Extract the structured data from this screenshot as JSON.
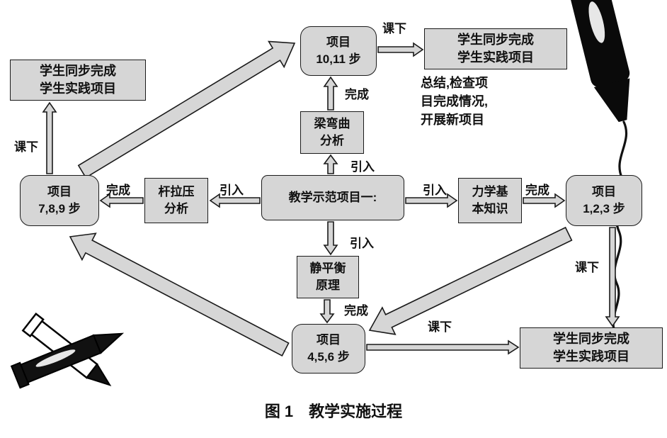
{
  "figure": {
    "caption": "图 1　教学实施过程"
  },
  "nodes": {
    "project_10_11": "项目\n10,11 步",
    "student_sync_top_right": "学生同步完成\n学生实践项目",
    "summary_note": "总结,检查项\n目完成情况,\n开展新项目",
    "beam_bending": "梁弯曲\n分析",
    "student_sync_top_left": "学生同步完成\n学生实践项目",
    "project_7_8_9": "项目\n7,8,9 步",
    "rod_tension_compression": "杆拉压\n分析",
    "teaching_demo_project": "教学示范项目一:",
    "mechanics_basic_knowledge": "力学基\n本知识",
    "project_1_2_3": "项目\n1,2,3 步",
    "static_equilibrium": "静平衡\n原理",
    "project_4_5_6": "项目\n4,5,6 步",
    "student_sync_bottom_right": "学生同步完成\n学生实践项目"
  },
  "edge_labels": {
    "after_class_top": "课下",
    "complete_top": "完成",
    "introduce_top": "引入",
    "after_class_left": "课下",
    "complete_left": "完成",
    "introduce_left": "引入",
    "introduce_right": "引入",
    "complete_right": "完成",
    "after_class_right": "课下",
    "introduce_bottom": "引入",
    "complete_bottom": "完成",
    "after_class_bottom": "课下"
  }
}
